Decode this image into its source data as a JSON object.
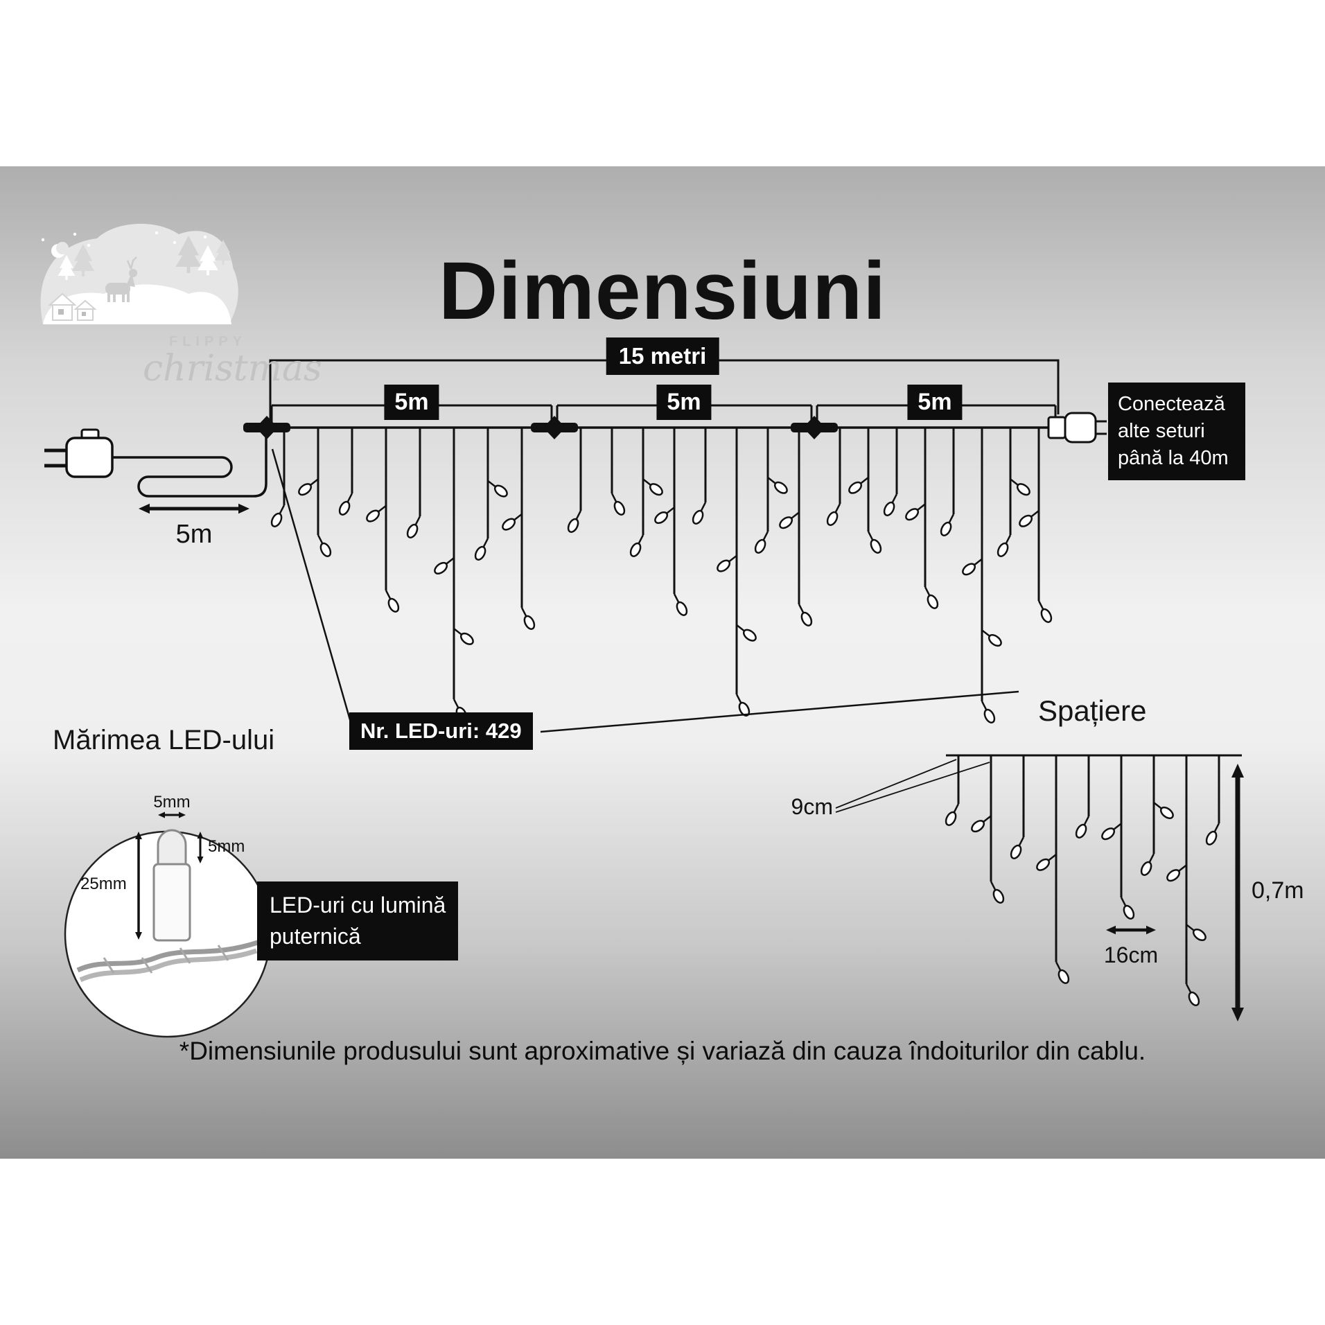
{
  "logo": {
    "brand": "FLIPPY",
    "script": "christmas"
  },
  "title": "Dimensiuni",
  "diagram": {
    "total_label": "15 metri",
    "segments": [
      "5m",
      "5m",
      "5m"
    ],
    "lead_label": "5m",
    "connect_lines": [
      "Conectează",
      "alte seturi",
      "până la 40m"
    ],
    "led_count_label": "Nr. LED-uri: 429"
  },
  "led_size": {
    "title": "Mărimea LED-ului",
    "width_label": "5mm",
    "height_label": "5mm",
    "length_label": "25mm",
    "note_lines": [
      "LED-uri cu lumină",
      "puternică"
    ]
  },
  "spacing": {
    "title": "Spațiere",
    "gap_label": "9cm",
    "led_gap_label": "16cm",
    "height_label": "0,7m"
  },
  "footer": "*Dimensiunile produsului sunt aproximative și variază din cauza îndoiturilor din cablu."
}
